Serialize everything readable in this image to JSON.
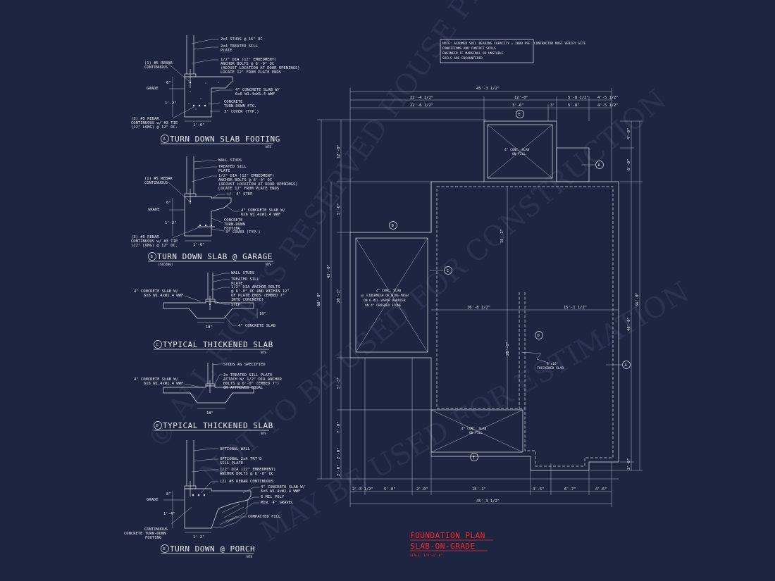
{
  "details": {
    "a": {
      "marker": "A",
      "title": "TURN DOWN SLAB FOOTING",
      "scale": "NTS",
      "callouts": [
        "2x4 STUDS @ 16\" OC",
        "2x4 TREATED SILL",
        "PLATE",
        "1/2\" DIA (12\" EMBEDMENT)",
        "ANCHOR BOLTS @ 6'-0\" OC",
        "(ADJUST LOCATION AT DOOR OPENINGS)",
        "LOCATE 12\" FROM PLATE ENDS",
        "4\" CONCRETE SLAB W/",
        "6x6 W1.4xW1.4 WWF",
        "CONCRETE",
        "TURN-DOWN FTG.",
        "3\" COVER (TYP.)",
        "(1) #5 REBAR",
        "CONTINUOUS",
        "GRADE",
        "(3) #5 REBAR",
        "CONTINUOUS w/ #3 TIE",
        "(12\" LONG) @ 12\" OC."
      ],
      "dims": [
        "6\"",
        "1'-2\"",
        "1'-6\""
      ]
    },
    "b": {
      "marker": "B",
      "title": "TURN DOWN SLAB @ GARAGE",
      "subtitle": "(SIDING)",
      "scale": "NTS",
      "callouts": [
        "WALL STUDS",
        "TREATED SILL",
        "PLATE",
        "1/2\" DIA (12\" EMBEDMENT)",
        "ANCHOR BOLTS @ 6'-0\" OC",
        "(ADJUST LOCATION AT DOOR OPENINGS)",
        "LOCATE 12\" FROM PLATE ENDS",
        "+/- 4\" STEP",
        "4\" CONCRETE SLAB W/",
        "6x6 W1.4xW1.4 WWF",
        "CONCRETE",
        "TURN-DOWN",
        "FOOTING",
        "3\" COVER (TYP.)",
        "(1) #5 REBAR",
        "CONTINUOUS",
        "GRADE",
        "(3) #5 REBAR",
        "CONTINUOUS w/ #3 TIE",
        "(12\" LONG) @ 12\" OC."
      ],
      "dims": [
        "6\"",
        "1'-2\"",
        "1'-6\""
      ]
    },
    "c": {
      "marker": "C",
      "title": "TYPICAL THICKENED SLAB",
      "scale": "NTS",
      "callouts": [
        "WALL STUDS",
        "TREATED SILL",
        "PLATE",
        "1/2\" DIA ANCHOR BOLTS",
        "@ 6'-0\" OC AND WITHIN 12\"",
        "OF PLATE ENDS (EMBED 7\"",
        "INTO CONCRETE)",
        "STEP",
        "4\" CONCRETE SLAB W/",
        "6x6 W1.4xW1.4 WWF",
        "4\" CONCRETE SLAB"
      ],
      "dims": [
        "10\"",
        "18\""
      ]
    },
    "d": {
      "marker": "D",
      "title": "TYPICAL THICKENED SLAB",
      "scale": "NTS",
      "callouts": [
        "STUDS AS SPECIFIED",
        "2x TREATED SILL PLATE",
        "ATTACH W/ 1/2\" DIA ANCHOR",
        "BOLTS @ 6'-0\" (EMBED 7\")",
        "OR APPROVED EQUAL",
        "4\" CONCRETE SLAB W/",
        "6x6 W1.4xW1.4 WWF"
      ],
      "dims": [
        "18\""
      ]
    },
    "e": {
      "marker": "E",
      "title": "TURN DOWN @ PORCH",
      "scale": "NTS",
      "callouts": [
        "OPTIONAL WALL",
        "OPTIONAL 2x4 TRT'D",
        "SILL PLATE",
        "1/2\" DIA (12\" EMBEDMENT)",
        "ANCHOR BOLTS @ 6'-0\" OC",
        "(2) #5 REBAR CONTINUOUS",
        "4\" CONCRETE SLAB W/",
        "6x6 W1.4xW1.4 WWF",
        "6 MIL POLY",
        "MIN. 4\" GRAVEL",
        "COMPACTED FILL",
        "GRADE",
        "CONTINUOUS",
        "CONCRETE TURN-DOWN",
        "FOOTING"
      ],
      "dims": [
        "8\"",
        "1'-4\"",
        "1'-2\""
      ]
    }
  },
  "plan": {
    "note": [
      "NOTE: ASSUMED SOIL BEARING CAPACITY = 2000 PSF. CONTRACTOR MUST VERIFY SITE",
      "CONDITIONS AND CONTACT SOILS",
      "ENGINEER IF MARGINAL OR UNSTABLE",
      "SOILS ARE ENCOUNTERED"
    ],
    "top_dims": [
      "45'-3 1/2\"",
      "22'-4 1/2\"",
      "12'-0\"",
      "5'-8 1/2\"",
      "4'-5 1/2\"",
      "22'-6 1/2\"",
      "3'-6\"",
      "3'",
      "5'-8\"",
      "4'-5 1/2\""
    ],
    "bottom_dims": [
      "2'-3 1/2\"",
      "5'-0\"",
      "2'-0\"",
      "15'-1\"",
      "4'-5\"",
      "6'-7\"",
      "4'-6\"",
      "45'-3 1/2\""
    ],
    "left_dims": [
      "60'-0\"",
      "43'-0\"",
      "12'-0\"",
      "5'-0\"",
      "20'-1\"",
      "5'-3\"",
      "7'-0\"",
      "2'-0\"",
      "2'-0\""
    ],
    "right_dims": [
      "56'-0\"",
      "48'-0\"",
      "4'-0\"",
      "6'-0\"",
      "2'-0\""
    ],
    "interior_dims": [
      "15'-1\"",
      "16'-8 1/2\"",
      "15'-1 1/2\"",
      "20'-1\""
    ],
    "labels": {
      "slab_top": [
        "4\" CONC. SLAB",
        "ON FILL"
      ],
      "slab_bottom": [
        "4\" CONC. SLAB",
        "ON FILL"
      ],
      "garage": [
        "4\" CONC. SLAB",
        "w/ FIBERMESH OR WIRE-MESH",
        "ON 6 MIL VAPOR BARRIER",
        "ON 4\" CRUSHED STONE"
      ],
      "thick": [
        "8\"x16\"",
        "THICKENED SLAB"
      ]
    },
    "markers": [
      "E",
      "A",
      "B",
      "C",
      "D",
      "A",
      "E"
    ],
    "title1": "FOUNDATION PLAN",
    "title2": "SLAB-ON-GRADE",
    "scale": "SCALE: 1/8\"=1'-0\""
  },
  "watermarks": [
    "© ALL RIGHTS RESERVED HOUSE PLANS. COM",
    "NOT TO BE USED FOR CONSTRUCTION",
    "MAY BE USED FOR ESTIMATION"
  ],
  "colors": {
    "background": "#1e2541",
    "line": "#dfe4ef",
    "title_red": "#ff2a2a"
  }
}
